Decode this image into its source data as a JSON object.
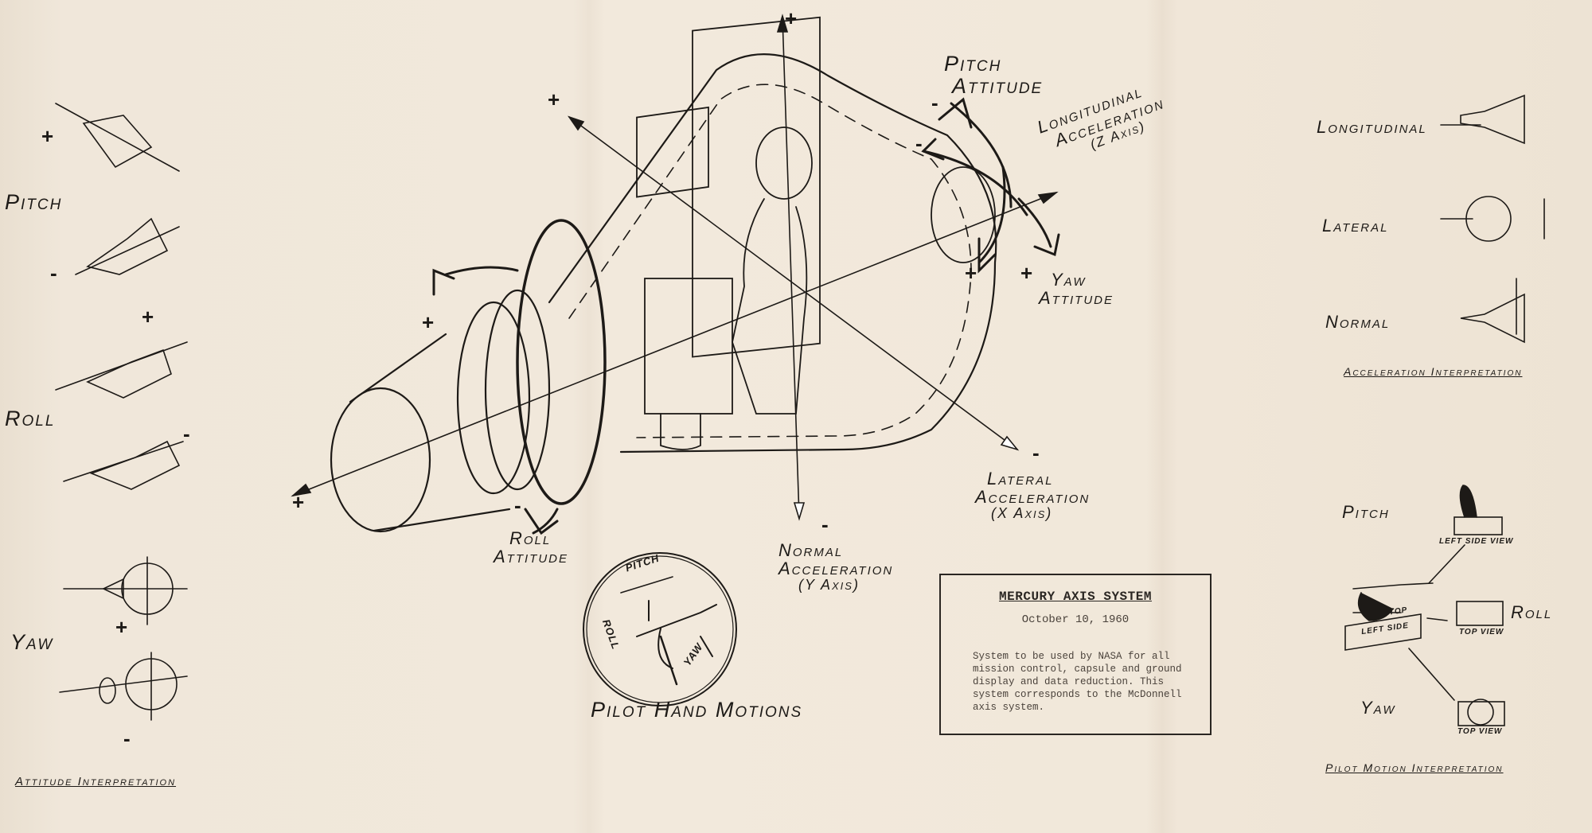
{
  "left_panel": {
    "pitch": "Pitch",
    "roll": "Roll",
    "yaw": "Yaw",
    "caption": "Attitude Interpretation",
    "signs": [
      "+",
      "-",
      "+",
      "-",
      "+",
      "-"
    ]
  },
  "main": {
    "pitch_attitude": [
      "Pitch",
      "Attitude"
    ],
    "longitudinal_acceleration": [
      "Longitudinal",
      "Acceleration",
      "(Z Axis)"
    ],
    "yaw_attitude": [
      "Yaw",
      "Attitude"
    ],
    "roll_attitude": [
      "Roll",
      "Attitude"
    ],
    "normal_acceleration": [
      "Normal",
      "Acceleration",
      "(Y Axis)"
    ],
    "lateral_acceleration": [
      "Lateral",
      "Acceleration",
      "(X Axis)"
    ],
    "pilot_hand_motions": "Pilot Hand Motions",
    "inset": {
      "pitch": "PITCH",
      "roll": "ROLL",
      "yaw": "YAW"
    },
    "plus": "+",
    "minus": "-"
  },
  "info_box": {
    "title": "MERCURY AXIS SYSTEM",
    "date": "October 10, 1960",
    "body": "System to be used by NASA for all mission control, capsule and ground display and data reduction.  This system corresponds to the McDonnell axis system."
  },
  "right_panel": {
    "longitudinal": "Longitudinal",
    "lateral": "Lateral",
    "normal": "Normal",
    "acceleration_caption": "Acceleration Interpretation",
    "pitch": "Pitch",
    "roll": "Roll",
    "yaw": "Yaw",
    "left_side_view": "LEFT SIDE VIEW",
    "top_view": "TOP VIEW",
    "top": "TOP",
    "left_side": "LEFT SIDE",
    "motion_caption": "Pilot Motion Interpretation"
  }
}
